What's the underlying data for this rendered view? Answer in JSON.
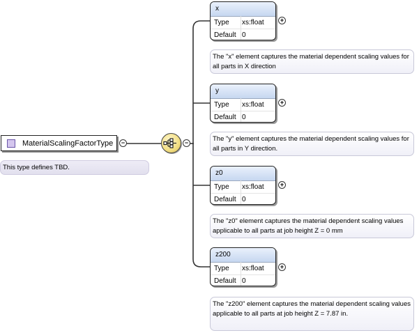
{
  "root": {
    "name": "MaterialScalingFactorType",
    "doc": "This type defines TBD."
  },
  "icons": {
    "root_icon": "complex-type-icon",
    "collapse": "minus-circle-icon",
    "expand": "plus-circle-icon",
    "sequence": "sequence-compositor-icon"
  },
  "toggle_glyphs": {
    "collapse": "−",
    "expand": "+"
  },
  "colors": {
    "element_header": "#c6d7f0",
    "compositor": "#f1dd82",
    "type_icon": "#d4c6ee"
  },
  "elements": [
    {
      "name": "x",
      "type_label": "Type",
      "type_value": "xs:float",
      "default_label": "Default",
      "default_value": "0",
      "doc": "The \"x\" element captures the material dependent scaling values for all parts in X direction"
    },
    {
      "name": "y",
      "type_label": "Type",
      "type_value": "xs:float",
      "default_label": "Default",
      "default_value": "0",
      "doc": "The \"y\" element captures the material dependent scaling values for all parts in Y direction."
    },
    {
      "name": "z0",
      "type_label": "Type",
      "type_value": "xs:float",
      "default_label": "Default",
      "default_value": "0",
      "doc": "The \"z0\" element captures the material dependent scaling values applicable to all parts at job height Z = 0 mm"
    },
    {
      "name": "z200",
      "type_label": "Type",
      "type_value": "xs:float",
      "default_label": "Default",
      "default_value": "0",
      "doc": "The \"z200\" element captures the material dependent scaling values applicable to all parts at job height Z = 7.87 in."
    }
  ]
}
